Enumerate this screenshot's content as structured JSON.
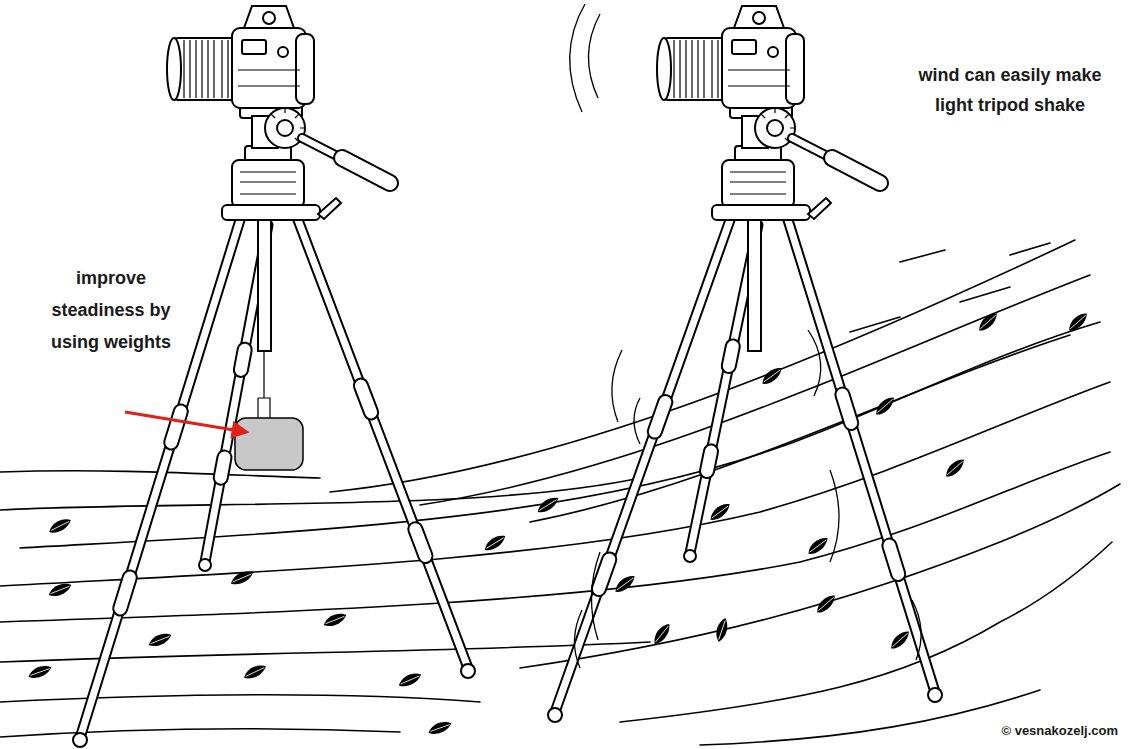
{
  "diagram": {
    "labels": [
      "improve steadiness by using weights",
      "wind can easily make light tripod shake",
      "© vesnakozelj.com"
    ]
  }
}
